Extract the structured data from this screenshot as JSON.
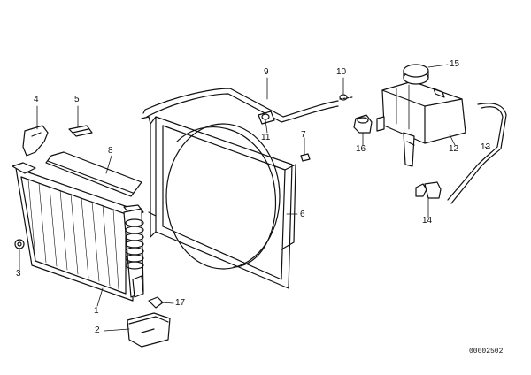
{
  "diagram": {
    "labels": [
      {
        "id": "1",
        "text": "1"
      },
      {
        "id": "2",
        "text": "2"
      },
      {
        "id": "3",
        "text": "3"
      },
      {
        "id": "4",
        "text": "4"
      },
      {
        "id": "5",
        "text": "5"
      },
      {
        "id": "6",
        "text": "6"
      },
      {
        "id": "7",
        "text": "7"
      },
      {
        "id": "8",
        "text": "8"
      },
      {
        "id": "9",
        "text": "9"
      },
      {
        "id": "10",
        "text": "10"
      },
      {
        "id": "11",
        "text": "11"
      },
      {
        "id": "12",
        "text": "12"
      },
      {
        "id": "13",
        "text": "13"
      },
      {
        "id": "14",
        "text": "14"
      },
      {
        "id": "15",
        "text": "15"
      },
      {
        "id": "16",
        "text": "16"
      },
      {
        "id": "17",
        "text": "17"
      }
    ],
    "reference_number": "00002502"
  }
}
